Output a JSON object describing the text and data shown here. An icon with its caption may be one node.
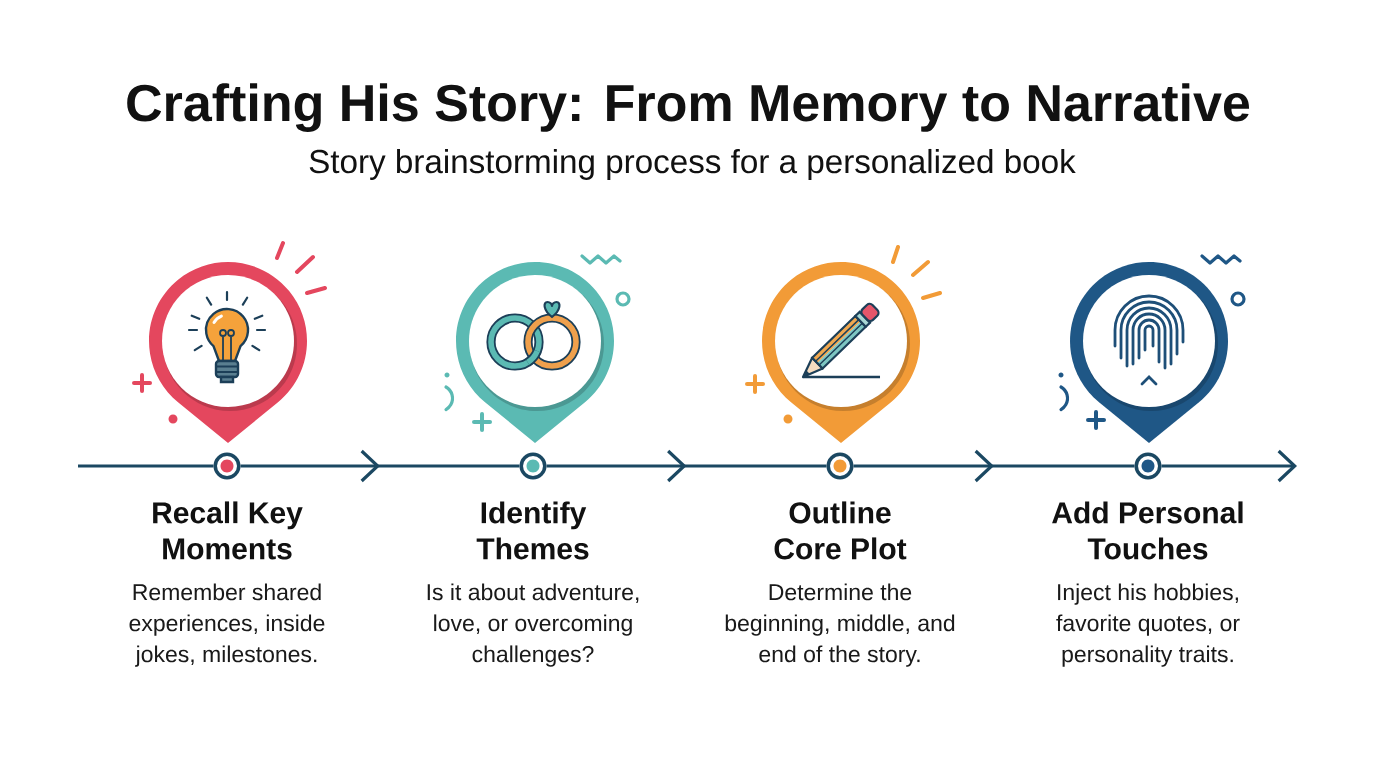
{
  "diagram": {
    "title": "Crafting His Story: From Memory to Narrative",
    "caption": "Story brainstorming process for a personalized book",
    "nodes": [
      {
        "text": [],
        "shape": "circle",
        "beside": [
          "Recall Key Moments",
          "Remember shared experiences, inside jokes, milestones."
        ]
      },
      {
        "text": [],
        "shape": "circle",
        "beside": [
          "Identify Themes",
          "Is it about adventure, love, or overcoming challenges?"
        ]
      },
      {
        "text": [],
        "shape": "circle",
        "beside": [
          "Outline Core Plot",
          "Determine the beginning, middle, and end of the story."
        ]
      },
      {
        "text": [],
        "shape": "circle",
        "beside": [
          "Add Personal Touches",
          "Inject his hobbies, favorite quotes, or personality traits."
        ]
      }
    ],
    "edges": [
      {
        "from": null,
        "to": 0,
        "arrow": "none"
      },
      {
        "from": 0,
        "to": 1,
        "arrow": "to"
      },
      {
        "from": 1,
        "to": 2,
        "arrow": "to"
      },
      {
        "from": 2,
        "to": 3,
        "arrow": "to"
      },
      {
        "from": 3,
        "to": null,
        "arrow": "to"
      }
    ]
  }
}
